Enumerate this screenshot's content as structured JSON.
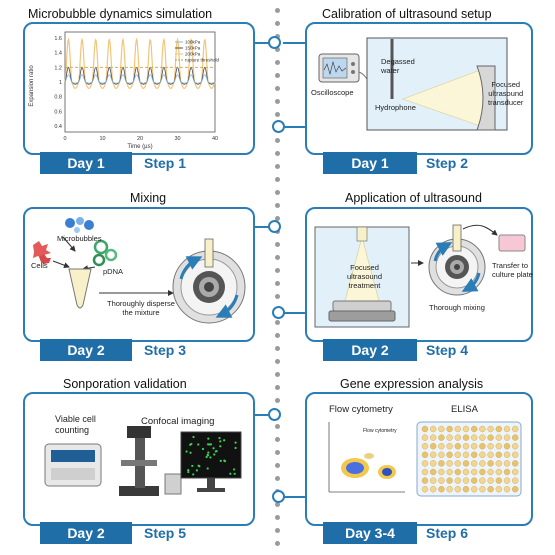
{
  "steps": [
    {
      "title": "Microbubble dynamics simulation",
      "day": "Day 1",
      "step": "Step 1",
      "chart": {
        "ylabel": "Expansion ratio",
        "xlabel": "Time (µs)",
        "yticks": [
          "1.6",
          "1.4",
          "1.2",
          "1",
          "0.8",
          "0.6",
          "0.4"
        ],
        "xticks": [
          "0",
          "10",
          "20",
          "30",
          "40"
        ],
        "legend": [
          "100kPa",
          "150kPa",
          "200kPa",
          "rupture threshold"
        ]
      }
    },
    {
      "title": "Calibration of ultrasound setup",
      "day": "Day 1",
      "step": "Step 2",
      "labels": {
        "oscilloscope": "Oscilloscope",
        "water": [
          "Degassed",
          "water"
        ],
        "hydrophone": "Hydrophone",
        "transducer": [
          "Focused",
          "ultrasound",
          "transducer"
        ]
      }
    },
    {
      "title": "Mixing",
      "day": "Day 2",
      "step": "Step 3",
      "labels": {
        "microbubbles": "Microbubbles",
        "cells": "Cells",
        "pdna": "pDNA",
        "disperse": [
          "Thoroughly disperse",
          "the mixture"
        ]
      }
    },
    {
      "title": "Application of ultrasound",
      "day": "Day 2",
      "step": "Step 4",
      "labels": {
        "treatment": [
          "Focused",
          "ultrasound",
          "treatment"
        ],
        "mixing": "Thorough mixing",
        "transfer": [
          "Transfer to",
          "culture plate"
        ]
      }
    },
    {
      "title": "Sonporation validation",
      "day": "Day 2",
      "step": "Step 5",
      "labels": {
        "viable": [
          "Viable cell",
          "counting"
        ],
        "confocal": "Confocal imaging"
      }
    },
    {
      "title": "Gene expression analysis",
      "day": "Day 3-4",
      "step": "Step 6",
      "labels": {
        "flow": "Flow cytometry",
        "elisa": "ELISA",
        "plot_title": "Flow cytometry"
      }
    }
  ],
  "colors": {
    "panel_border": "#2a7db6",
    "badge": "#1f6ea8",
    "dot": "#9a9a9a",
    "curve_100": "#8ab7e0",
    "curve_150": "#4a4a4a",
    "curve_200": "#f2c57a",
    "threshold": "#c9a24a"
  }
}
